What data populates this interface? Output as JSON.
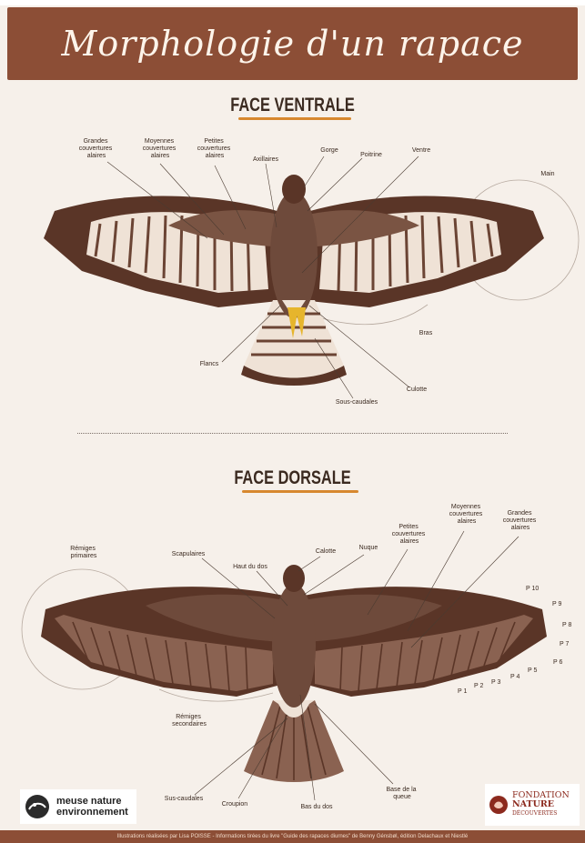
{
  "header": {
    "title": "Morphologie d'un rapace"
  },
  "ventral": {
    "title": "FACE VENTRALE",
    "labels": {
      "grandes_couvertures": [
        "Grandes",
        "couvertures",
        "alaires"
      ],
      "moyennes_couvertures": [
        "Moyennes",
        "couvertures",
        "alaires"
      ],
      "petites_couvertures": [
        "Petites",
        "couvertures",
        "alaires"
      ],
      "axillaires": "Axillaires",
      "gorge": "Gorge",
      "poitrine": "Poitrine",
      "ventre": "Ventre",
      "main": "Main",
      "bras": "Bras",
      "flancs": "Flancs",
      "culotte": "Culotte",
      "sous_caudales": "Sous-caudales"
    }
  },
  "dorsal": {
    "title": "FACE DORSALE",
    "labels": {
      "remiges_primaires": [
        "Rémiges",
        "primaires"
      ],
      "scapulaires": "Scapulaires",
      "haut_du_dos": "Haut du dos",
      "calotte": "Calotte",
      "nuque": "Nuque",
      "petites_couvertures": [
        "Petites",
        "couvertures",
        "alaires"
      ],
      "moyennes_couvertures": [
        "Moyennes",
        "couvertures",
        "alaires"
      ],
      "grandes_couvertures": [
        "Grandes",
        "couvertures",
        "alaires"
      ],
      "remiges_secondaires": [
        "Rémiges",
        "secondaires"
      ],
      "sus_caudales": "Sus-caudales",
      "croupion": "Croupion",
      "bas_du_dos": "Bas du dos",
      "base_queue": [
        "Base de la",
        "queue"
      ],
      "primaries": [
        "P 1",
        "P 2",
        "P 3",
        "P 4",
        "P 5",
        "P 6",
        "P 7",
        "P 8",
        "P 9",
        "P 10"
      ]
    }
  },
  "logos": {
    "left": [
      "meuse nature",
      "environnement"
    ],
    "right": [
      "FONDATION",
      "NATURE",
      "DÉCOUVERTES"
    ]
  },
  "footer": {
    "text": "Illustrations réalisées par Lisa POISSE - Informations tirées du livre \"Guide des rapaces diurnes\" de Benny Génsbøl, édition Delachaux et Niestlé"
  },
  "colors": {
    "banner": "#8c4e36",
    "wing_dark": "#5a3527",
    "wing_mid": "#8a6251",
    "body": "#6e4a3b",
    "light_feather": "#efe2d6",
    "accent": "#d7882f",
    "feet": "#e6b52c"
  }
}
